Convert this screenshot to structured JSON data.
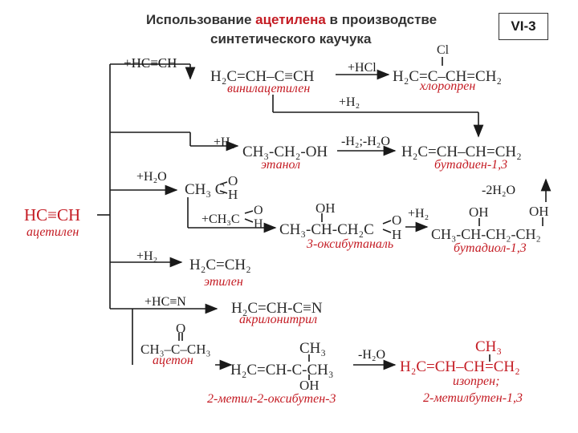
{
  "title": {
    "line1_a": "Использование ",
    "line1_b": "ацетилена",
    "line1_c": " в производстве",
    "line2": "синтетического каучука"
  },
  "slide_code": "VI-3",
  "colors": {
    "label": "#c41b23",
    "structure": "#2a2a2a",
    "line": "#1a1a1a"
  },
  "reagents": {
    "hc_ch": "+HC≡CH",
    "hcl": "+HCl",
    "h2_vinyl": "+H₂",
    "h2_ethanol": "+H₂",
    "dehydration1": "-H₂;-H₂O",
    "h2o": "+H₂O",
    "minus_2h2o": "-2H₂O",
    "plus_ch3cho": "+CH₃C",
    "h2_oxy": "+H₂",
    "h2_ethylene": "+H₂",
    "hcn": "+HC≡N",
    "minus_h2o": "-H₂O"
  },
  "compounds": {
    "acetylene": {
      "formula": "HC≡CH",
      "name": "ацетилен"
    },
    "vinylacetylene": {
      "formula": "H₂C=CH–C≡CH",
      "name": "винилацетилен"
    },
    "chloroprene": {
      "formula": "H₂C=C–CH=CH₂",
      "substituent": "Cl",
      "name": "хлоропрен"
    },
    "ethanol": {
      "formula": "CH₃-CH₂-OH",
      "name": "этанол"
    },
    "butadiene": {
      "formula": "H₂C=CH–CH=CH₂",
      "name": "бутадиен-1,3"
    },
    "acetaldehyde": {
      "formula": "CH₃ C",
      "o": "O",
      "h": "H"
    },
    "oxybutanal": {
      "formula": "CH₃-CH-CH₂C",
      "oh": "OH",
      "o": "O",
      "h": "H",
      "name": "3-оксибутаналь"
    },
    "butadiol": {
      "formula": "CH₃-CH-CH₂-CH₂",
      "oh1": "OH",
      "oh2": "OH",
      "name": "бутадиол-1,3"
    },
    "ethylene": {
      "formula": "H₂C=CH₂",
      "name": "этилен"
    },
    "acrylonitrile": {
      "formula": "H₂C=CH-C≡N",
      "name": "акрилонитрил"
    },
    "acetone": {
      "formula": "CH₃–C–CH₃",
      "o": "O",
      "name": "ацетон"
    },
    "methylbutenol": {
      "formula": "H₂C=CH-C-CH₃",
      "ch3": "CH₃",
      "oh": "OH",
      "name": "2-метил-2-оксибутен-3"
    },
    "isoprene": {
      "formula": "H₂C=CH–CH=CH₂",
      "ch3": "CH₃",
      "name1": "изопрен;",
      "name2": "2-метилбутен-1,3"
    }
  }
}
